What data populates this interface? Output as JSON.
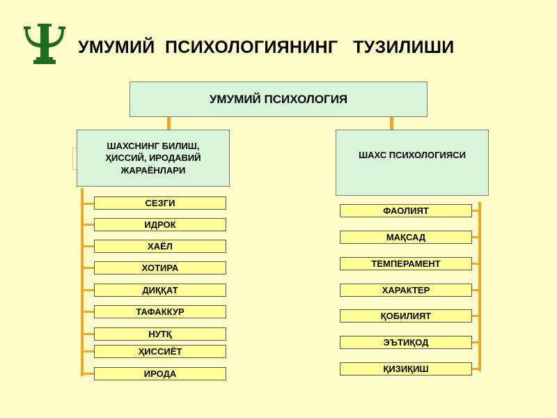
{
  "header": {
    "title": "УМУМИЙ  ПСИХОЛОГИЯНИНГ   ТУЗИЛИШИ",
    "logo_icon": "psi-symbol-icon"
  },
  "diagram": {
    "root": "УМУМИЙ ПСИХОЛОГИЯ",
    "left": {
      "heading": "ШАХСНИНГ БИЛИШ,\nҲИССИЙ, ИРОДАВИЙ\nЖАРАЁНЛАРИ",
      "items": [
        "СЕЗГИ",
        "ИДРОК",
        "ХАЁЛ",
        "ХОТИРА",
        "ДИҚҚАТ",
        "ТАФАККУР",
        "НУТҚ",
        "ҲИССИЁТ",
        "ИРОДА"
      ]
    },
    "right": {
      "heading": "ШАХС ПСИХОЛОГИЯСИ",
      "items": [
        "ФАОЛИЯТ",
        "МАҚСАД",
        "ТЕМПЕРАМЕНТ",
        "ХАРАКТЕР",
        "ҚОБИЛИЯТ",
        "ЭЪТИҚОД",
        "ҚИЗИҚИШ"
      ]
    },
    "colors": {
      "background": "#ffffcc",
      "box_fill": "#d9f5d9",
      "item_fill": "#ffff99",
      "connector": "#f5a623",
      "logo": "#1f6b1f"
    }
  }
}
